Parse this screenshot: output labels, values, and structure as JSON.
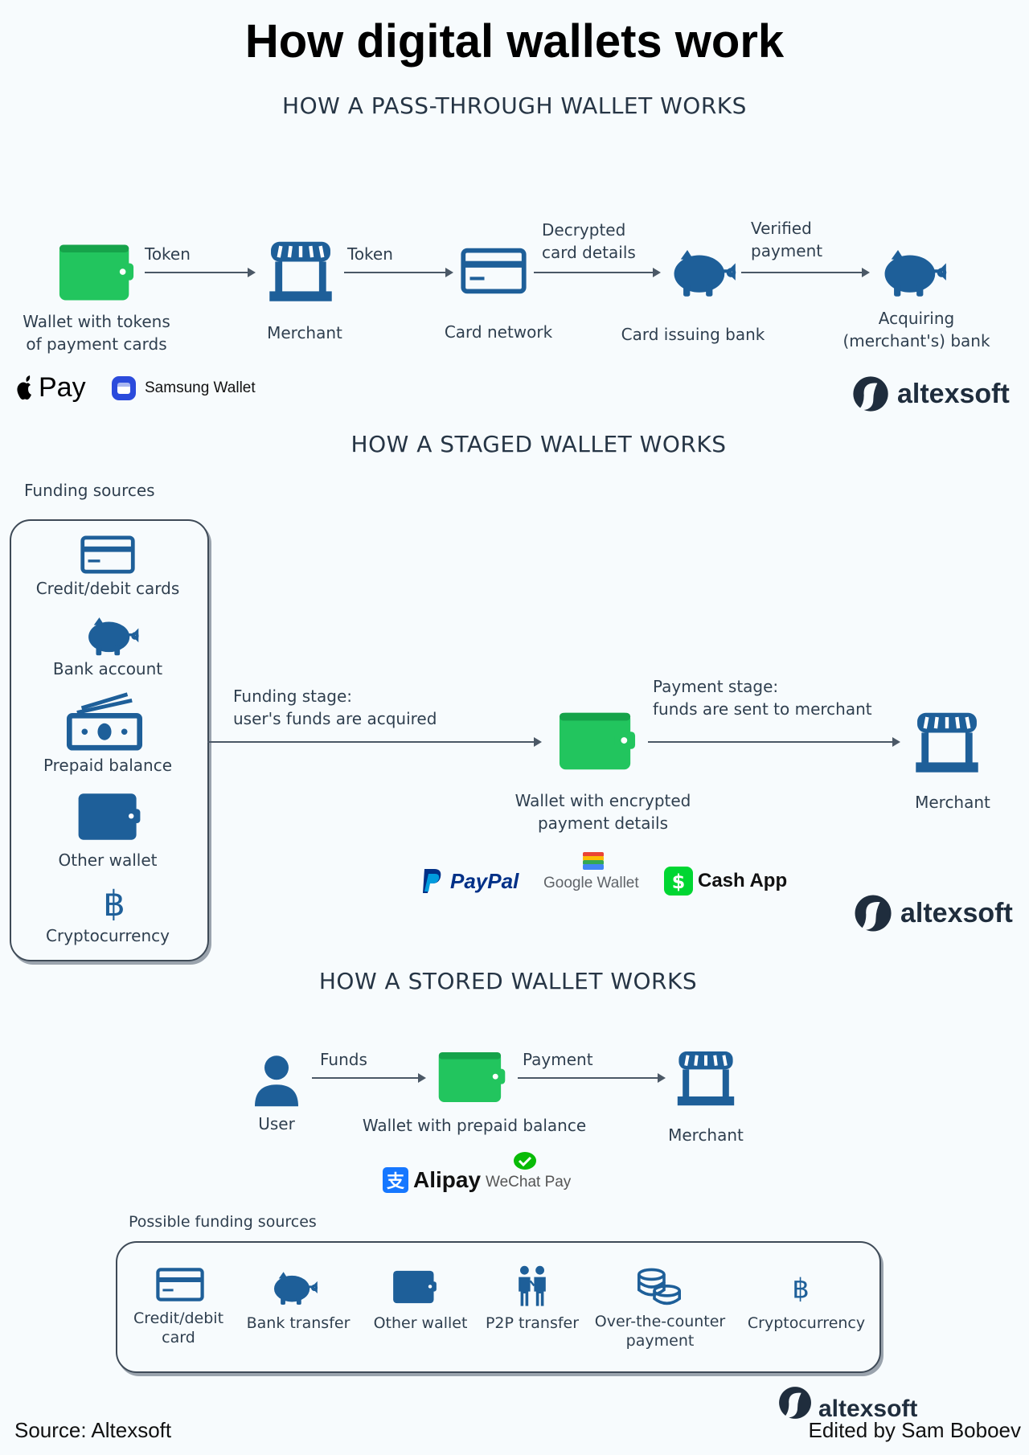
{
  "title": "How digital wallets work",
  "colors": {
    "blue": "#1e5f99",
    "green": "#22c55e",
    "text": "#2f3f4f"
  },
  "pass_through": {
    "heading": "HOW A PASS-THROUGH WALLET WORKS",
    "nodes": [
      "Wallet with tokens\nof payment cards",
      "Merchant",
      "Card network",
      "Card issuing bank",
      "Acquiring\n(merchant's) bank"
    ],
    "arrows": [
      "Token",
      "Token",
      "Decrypted\ncard details",
      "Verified\npayment"
    ],
    "brands": {
      "apple": "Pay",
      "samsung": "Samsung Wallet"
    },
    "logo": "altexsoft"
  },
  "staged": {
    "heading": "HOW A STAGED WALLET WORKS",
    "funding_title": "Funding sources",
    "funding": [
      "Credit/debit cards",
      "Bank account",
      "Prepaid balance",
      "Other wallet",
      "Cryptocurrency"
    ],
    "funding_stage": "Funding stage:\nuser's funds are acquired",
    "payment_stage": "Payment stage:\nfunds are sent to merchant",
    "wallet": "Wallet with encrypted\npayment details",
    "merchant": "Merchant",
    "brands": {
      "paypal": "PayPal",
      "google": "Google Wallet",
      "cashapp": "Cash App"
    },
    "logo": "altexsoft"
  },
  "stored": {
    "heading": "HOW A STORED WALLET WORKS",
    "user": "User",
    "funds": "Funds",
    "payment": "Payment",
    "wallet": "Wallet with prepaid balance",
    "merchant": "Merchant",
    "brands": {
      "alipay": "Alipay",
      "wechat": "WeChat Pay"
    },
    "possible_title": "Possible funding sources",
    "possible": [
      "Credit/debit\ncard",
      "Bank transfer",
      "Other wallet",
      "P2P transfer",
      "Over-the-counter\npayment",
      "Cryptocurrency"
    ],
    "logo": "altexsoft"
  },
  "footer": {
    "source": "Source: Altexsoft",
    "edited": "Edited by Sam Boboev"
  }
}
